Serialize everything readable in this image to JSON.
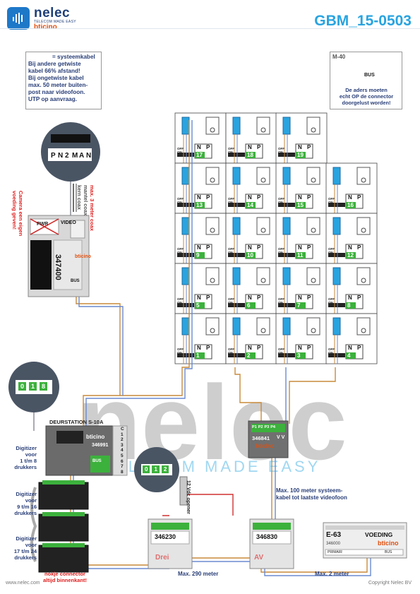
{
  "brand": {
    "name": "nelec",
    "tagline": "TELECOM MADE EASY",
    "sub": "bticino",
    "primary_color": "#1e78c8",
    "accent_color": "#e05010"
  },
  "document": {
    "code": "GBM_15-0503",
    "code_color": "#29a4e0"
  },
  "watermark": {
    "word": "nelec",
    "tagline": "TELECOM MADE EASY"
  },
  "note_box": {
    "title": "= systeemkabel",
    "lines": [
      "Bij andere getwiste",
      "kabel 66% afstand!",
      "Bij ongetwiste kabel",
      "max. 50 meter buiten-",
      "post naar videofoon.",
      "UTP op aanvraag."
    ]
  },
  "m40_box": {
    "label": "M-40",
    "bus": "BUS",
    "warning": [
      "De aders moeten",
      "echt OP de connector",
      "doorgelust worden!"
    ]
  },
  "zoom_top": {
    "terminals": [
      "P",
      "N",
      "2",
      "M",
      "A",
      "N"
    ]
  },
  "zoom_mid": {
    "digits": [
      "0",
      "1",
      "8"
    ]
  },
  "zoom_bottom": {
    "digits": [
      "0",
      "1",
      "2"
    ]
  },
  "camera_text": [
    "Camera een eigen",
    "voeding geven!"
  ],
  "coax_text": [
    "max. 3 meter coax",
    "mantel coax",
    "kern coax"
  ],
  "module_347400": {
    "code": "347400",
    "pwr": "PWR",
    "video": "VIDEO",
    "bus": "BUS",
    "brand": "bticino",
    "terms": [
      "P",
      "N",
      "M",
      "A",
      "N"
    ]
  },
  "door_station": {
    "title": "DEURSTATION S-10A",
    "code": "346991",
    "brand": "bticino",
    "terms": [
      "C",
      "1",
      "2",
      "3",
      "4",
      "5",
      "6",
      "7",
      "8"
    ],
    "bus": "BUS"
  },
  "digitizers": [
    {
      "lines": [
        "Digitizer",
        "voor",
        "1 t/m 8",
        "drukkers"
      ]
    },
    {
      "lines": [
        "Digitizer",
        "voor",
        "9 t/m 16",
        "drukkers"
      ]
    },
    {
      "lines": [
        "Digitizer",
        "voor",
        "17 t/m 24",
        "drukkers"
      ]
    }
  ],
  "nokje": [
    "nokje connector",
    "altijd binnenkant!"
  ],
  "opener": "12 Vdc opener",
  "module_346230": {
    "code": "346230",
    "sub": "Drei"
  },
  "module_346830": {
    "code": "346830",
    "sub": "AV"
  },
  "distributor": {
    "code": "346841",
    "brand": "bticino",
    "ports": [
      "P1",
      "P2",
      "P3",
      "P4"
    ],
    "vv": "V V"
  },
  "power_supply": {
    "model": "E-63",
    "label": "VOEDING",
    "code": "346000",
    "brand": "bticino",
    "prim": "PRIMAIR",
    "bus": "BUS"
  },
  "cable_max_text": [
    "Max. 100 meter systeem-",
    "kabel tot laatste videofoon"
  ],
  "dist_290": "Max. 290 meter",
  "dist_2": "Max. 2 meter",
  "footer": {
    "left": "www.nelec.com",
    "right": "Copyright Nelec BV"
  },
  "videophone": {
    "n": "N",
    "p": "P",
    "off_on": "OFF ON",
    "bus": "BUS"
  },
  "units": [
    {
      "row": 0,
      "col": 0,
      "id": "17"
    },
    {
      "row": 0,
      "col": 1,
      "id": "18"
    },
    {
      "row": 0,
      "col": 2,
      "id": "19"
    },
    {
      "row": 1,
      "col": 0,
      "id": "13"
    },
    {
      "row": 1,
      "col": 1,
      "id": "14"
    },
    {
      "row": 1,
      "col": 2,
      "id": "15"
    },
    {
      "row": 1,
      "col": 3,
      "id": "16"
    },
    {
      "row": 2,
      "col": 0,
      "id": "9"
    },
    {
      "row": 2,
      "col": 1,
      "id": "10"
    },
    {
      "row": 2,
      "col": 2,
      "id": "11"
    },
    {
      "row": 2,
      "col": 3,
      "id": "12"
    },
    {
      "row": 3,
      "col": 0,
      "id": "5"
    },
    {
      "row": 3,
      "col": 1,
      "id": "6"
    },
    {
      "row": 3,
      "col": 2,
      "id": "7"
    },
    {
      "row": 3,
      "col": 3,
      "id": "8"
    },
    {
      "row": 4,
      "col": 0,
      "id": "1"
    },
    {
      "row": 4,
      "col": 1,
      "id": "2"
    },
    {
      "row": 4,
      "col": 2,
      "id": "3"
    },
    {
      "row": 4,
      "col": 3,
      "id": "4"
    }
  ]
}
